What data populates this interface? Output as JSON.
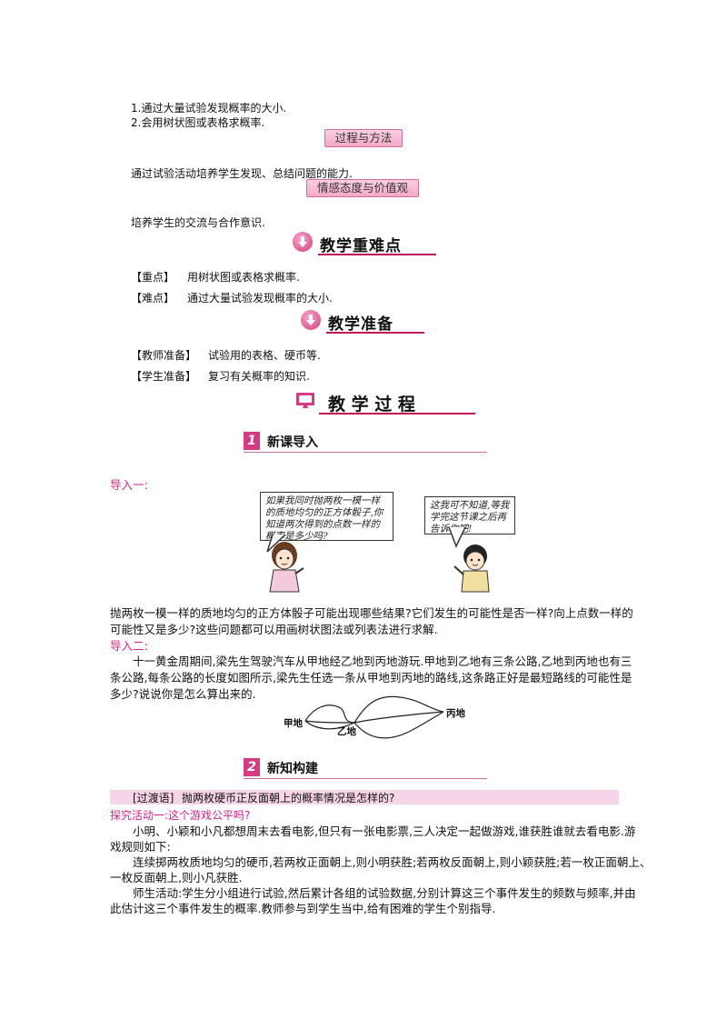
{
  "objectives": {
    "item1": "1.通过大量试验发现概率的大小.",
    "item2": "2.会用树状图或表格求概率."
  },
  "process_badge": "过程与方法",
  "process_text": "通过试验活动培养学生发现、总结问题的能力.",
  "attitude_badge": "情感态度与价值观",
  "attitude_text": "培养学生的交流与合作意识.",
  "key_difficult": {
    "title": "教学重难点",
    "key_label": "【重点】",
    "key_text": "用树状图或表格求概率.",
    "diff_label": "【难点】",
    "diff_text": "通过大量试验发现概率的大小."
  },
  "preparation": {
    "title": "教学准备",
    "teacher_label": "【教师准备】",
    "teacher_text": "试验用的表格、硬币等.",
    "student_label": "【学生准备】",
    "student_text": "复习有关概率的知识."
  },
  "process_title": "教 学 过 程",
  "section1": {
    "number": "1",
    "title": "新课导入",
    "intro1_label": "导入一:",
    "bubble_left": "如果我同时抛两枚一模一样的质地均匀的正方体骰子,你知道两次得到的点数一样的概率是多少吗?",
    "bubble_right": "这我可不知道,等我学完这节课之后再告诉你吧!",
    "intro1_line1": "抛两枚一模一样的质地均匀的正方体骰子可能出现哪些结果?它们发生的可能性是否一样?向上点数一样的",
    "intro1_line2": "可能性又是多少?这些问题都可以用画树状图法或列表法进行求解.",
    "intro2_label": "导入二:",
    "intro2_line1": "十一黄金周期间,梁先生驾驶汽车从甲地经乙地到丙地游玩.甲地到乙地有三条公路,乙地到丙地也有三",
    "intro2_line2": "条公路,每条公路的长度如图所示,梁先生任选一条从甲地到丙地的路线,这条路正好是最短路线的可能性是",
    "intro2_line3": "多少?说说你是怎么算出来的.",
    "map_a": "甲地",
    "map_b": "乙地",
    "map_c": "丙地"
  },
  "section2": {
    "number": "2",
    "title": "新知构建",
    "transition_label": "[过渡语]",
    "transition_text": "抛两枚硬币正反面朝上的概率情况是怎样的?",
    "activity_title": "探究活动一:这个游戏公平吗?",
    "p1_line1": "小明、小颖和小凡都想周末去看电影,但只有一张电影票,三人决定一起做游戏,谁获胜谁就去看电影.游",
    "p1_line2": "戏规则如下:",
    "p2_line1": "连续掷两枚质地均匀的硬币,若两枚正面朝上,则小明获胜;若两枚反面朝上,则小颖获胜;若一枚正面朝上、",
    "p2_line2": "一枚反面朝上,则小凡获胜.",
    "p3_line1": "师生活动:学生分小组进行试验,然后累计各组的试验数据,分别计算这三个事件发生的频数与频率,并由",
    "p3_line2": "此估计这三个事件发生的概率.教师参与到学生当中,给有困难的学生个别指导."
  }
}
